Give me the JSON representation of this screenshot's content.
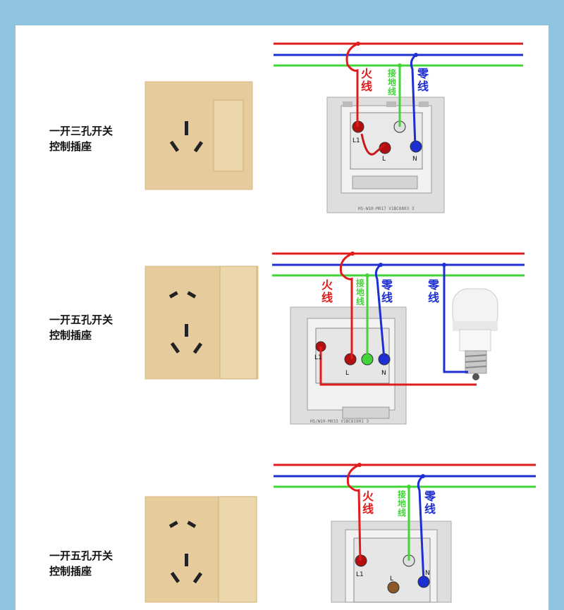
{
  "colors": {
    "background": "#8fc3df",
    "live_wire": "#e01c1c",
    "neutral_wire": "#1d2fd1",
    "ground_wire": "#43d43a",
    "socket_panel": "#e6cc9c"
  },
  "sections": [
    {
      "label_line1": "一开三孔开关",
      "label_line2": "控制插座",
      "wire_live": "火线",
      "wire_ground": "接地线",
      "wire_neutral": "零线",
      "terminals": [
        "L1",
        "L",
        "N"
      ],
      "model_text": "HS-W10-M017 V1BC0803 3"
    },
    {
      "label_line1": "一开五孔开关",
      "label_line2": "控制插座",
      "wire_live": "火线",
      "wire_ground": "接地线",
      "wire_neutral": "零线",
      "wire_neutral_lamp": "零线",
      "terminals": [
        "L1",
        "L",
        "N"
      ],
      "model_text": "HS/W10-M033 V1BC81901 3"
    },
    {
      "label_line1": "一开五孔开关",
      "label_line2": "控制插座",
      "wire_live": "火线",
      "wire_ground": "接地线",
      "wire_neutral": "零线",
      "terminals": [
        "L1",
        "L",
        "N"
      ]
    }
  ]
}
